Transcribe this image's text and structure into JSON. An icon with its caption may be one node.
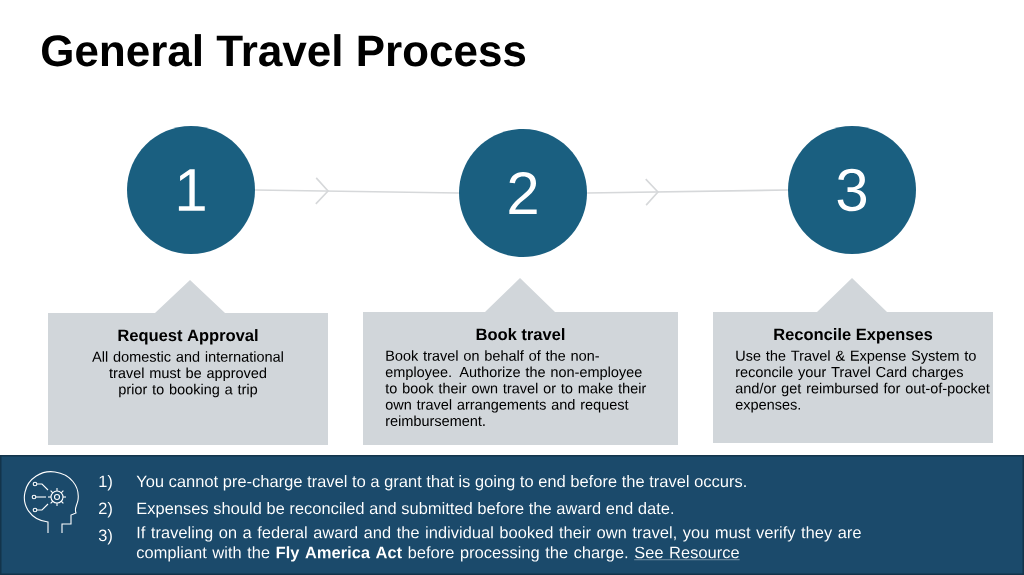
{
  "diagram": {
    "title": "General Travel Process",
    "nodes": [
      {
        "text": [
          "1"
        ]
      },
      {
        "text": [
          "2"
        ]
      },
      {
        "text": [
          "3"
        ]
      },
      {
        "text": [
          "Request Approval",
          "All domestic and international travel must be approved prior to booking a trip"
        ]
      },
      {
        "text": [
          "Book travel",
          "Book travel on behalf of the non-employee. Authorize the non-employee to book their own travel or to make their own travel arrangements and request reimbursement."
        ]
      },
      {
        "text": [
          "Reconcile Expenses",
          "Use the Travel & Expense System to reconcile your Travel Card charges and/or get reimbursed for out-of-pocket expenses."
        ]
      },
      {
        "text": [
          "1)",
          "You cannot pre-charge travel to a grant that is going to end before the travel occurs.",
          "2)",
          "Expenses should be reconciled and submitted before the award end date.",
          "3)",
          "If traveling on a federal award and the individual booked their own travel, you must verify they are compliant with the **Fly America Act** before processing the charge.",
          "See Resource"
        ]
      }
    ],
    "edges": [
      {
        "from": 0,
        "to": 1,
        "arrow": "to"
      },
      {
        "from": 1,
        "to": 2,
        "arrow": "to"
      }
    ]
  }
}
